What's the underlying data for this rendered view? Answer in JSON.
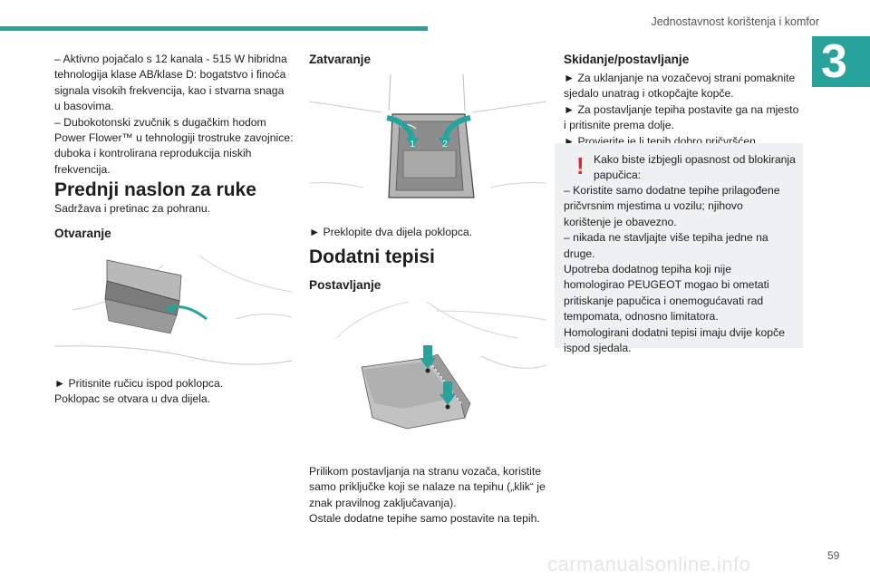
{
  "header": {
    "section_title": "Jednostavnost korištenja i komfor",
    "chapter_number": "3"
  },
  "col1": {
    "intro_lines": [
      "–  Aktivno pojačalo s 12 kanala - 515 W hibridna",
      "tehnologija klase AB/klase D: bogatstvo i finoća",
      "signala visokih frekvencija, kao i stvarna snaga",
      "u basovima.",
      "–  Dubokotonski zvučnik s dugačkim hodom",
      "Power Flower™ u tehnologiji trostruke zavojnice:",
      "duboka i kontrolirana reprodukcija niskih",
      "frekvencija."
    ],
    "heading": "Prednji naslon za ruke",
    "subtitle": "Sadržava i pretinac za pohranu.",
    "subheading": "Otvaranje",
    "caption_lines": [
      "►  Pritisnite ručicu ispod poklopca.",
      "Poklopac se otvara u dva dijela."
    ]
  },
  "col2": {
    "subheading_close": "Zatvaranje",
    "caption_close": "►  Preklopite dva dijela poklopca.",
    "heading": "Dodatni tepisi",
    "subheading_install": "Postavljanje",
    "install_lines": [
      "Prilikom postavljanja na stranu vozača, koristite",
      "samo priključke koji se nalaze na tepihu („klik“ je",
      "znak pravilnog zaključavanja).",
      "Ostale dodatne tepihe samo postavite na tepih."
    ],
    "arrow_labels": [
      "1",
      "2"
    ]
  },
  "col3": {
    "subheading": "Skidanje/postavljanje",
    "steps": [
      "►  Za uklanjanje na vozačevoj strani pomaknite",
      "sjedalo unatrag i otkopčajte kopče.",
      "►  Za postavljanje tepiha postavite ga na mjesto",
      "i pritisnite prema dolje.",
      "►  Provjerite je li tepih dobro pričvršćen."
    ],
    "warning_first_lines": [
      "Kako biste izbjegli opasnost od blokiranja",
      "papučica:"
    ],
    "warning_lines": [
      "–  Koristite samo dodatne tepihe prilagođene",
      "pričvrsnim mjestima u vozilu; njihovo",
      "korištenje je obavezno.",
      "–  nikada ne stavljajte više tepiha jedne na",
      "druge.",
      "Upotreba dodatnog tepiha koji nije",
      "homologirao PEUGEOT mogao bi ometati",
      "pritiskanje papučica i onemogućavati rad",
      "tempomata, odnosno limitatora.",
      "Homologirani dodatni tepisi imaju dvije kopče",
      "ispod sjedala."
    ]
  },
  "footer": {
    "page_number": "59",
    "watermark": "carmanualsonline.info"
  },
  "colors": {
    "accent": "#27a39b",
    "warning": "#e3262b",
    "box": "#eff0f1"
  }
}
